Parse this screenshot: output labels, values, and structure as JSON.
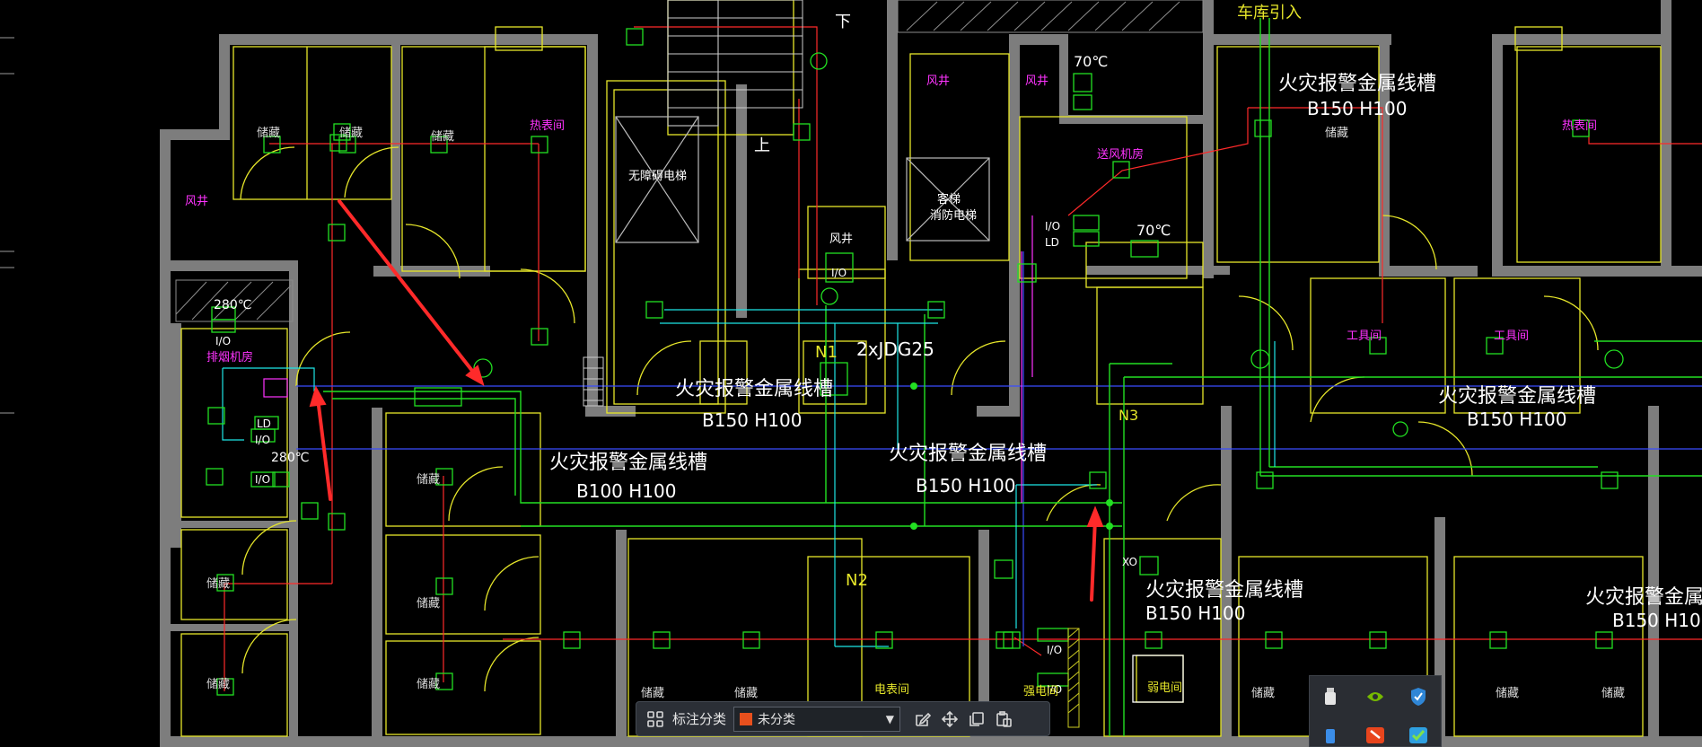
{
  "drawing": {
    "labels_white": [
      {
        "text": "火灾报警金属线槽"
      },
      {
        "text": "B150 H100"
      },
      {
        "text": "2xJDG25"
      },
      {
        "text": "下"
      },
      {
        "text": "上"
      },
      {
        "text": "无障碍电梯"
      },
      {
        "text": "客梯"
      },
      {
        "text": "消防电梯"
      },
      {
        "text": "70℃"
      },
      {
        "text": "280℃"
      },
      {
        "text": "B100 H100"
      },
      {
        "text": "风井"
      }
    ],
    "labels_yellow": [
      {
        "text": "车库引入"
      },
      {
        "text": "N1"
      },
      {
        "text": "N2"
      },
      {
        "text": "N3"
      }
    ],
    "labels_magenta": [
      {
        "text": "风井"
      },
      {
        "text": "热表间"
      },
      {
        "text": "送风机房"
      },
      {
        "text": "排烟机房"
      },
      {
        "text": "工具间"
      }
    ],
    "room_labels": [
      {
        "text": "储藏"
      },
      {
        "text": "电表间"
      },
      {
        "text": "弱电间"
      },
      {
        "text": "强电间"
      }
    ],
    "device_codes": {
      "io": "I/O",
      "ld": "LD",
      "xo": "XO"
    }
  },
  "toolbar": {
    "label": "标注分类",
    "select_value": "未分类",
    "select_color": "#e8501d",
    "buttons": [
      {
        "name": "grid-icon"
      },
      {
        "name": "edit-icon"
      },
      {
        "name": "move-icon"
      },
      {
        "name": "copy-icon"
      },
      {
        "name": "paste-icon"
      }
    ]
  },
  "tray": {
    "icons": [
      "usb-drive-icon",
      "nvidia-icon",
      "shield-icon",
      "app-icon-blue",
      "app-icon-red",
      "checkmark-icon"
    ]
  },
  "colors": {
    "background": "#000000",
    "wall": "#808080",
    "yellow": "#ffff33",
    "green": "#00ff00",
    "red": "#ff2020",
    "cyan": "#00ffff",
    "magenta": "#ff00ff",
    "blue": "#3050ff",
    "annotation": "#ff2a2a"
  }
}
